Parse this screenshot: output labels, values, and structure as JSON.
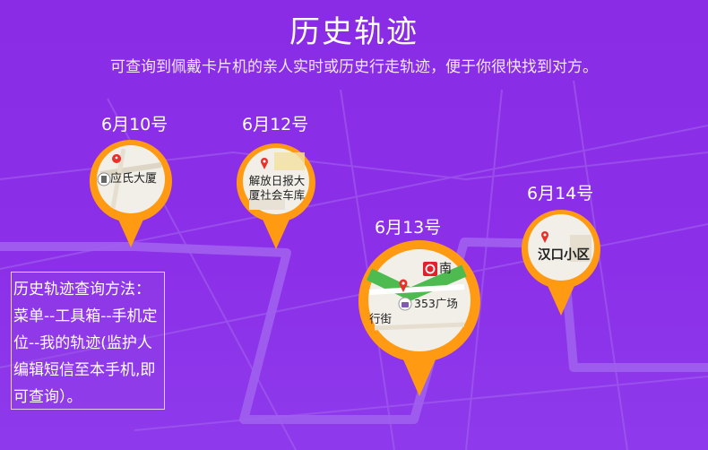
{
  "header": {
    "title": "历史轨迹",
    "subtitle": "可查询到佩戴卡片机的亲人实时或历史行走轨迹，便于你很快找到对方。"
  },
  "trajectory": [
    {
      "date": "6月10号",
      "place_lines": [
        "应氏大厦"
      ]
    },
    {
      "date": "6月12号",
      "place_lines": [
        "解放日报大",
        "厦社会车库"
      ]
    },
    {
      "date": "6月13号",
      "place_lines": [
        "353广场"
      ],
      "extra_labels": [
        "南",
        "行街"
      ]
    },
    {
      "date": "6月14号",
      "place_lines": [
        "汉口小区"
      ]
    }
  ],
  "howto": {
    "text": "历史轨迹查询方法：菜单--工具箱--手机定位--我的轨迹(监护人编辑短信至本手机,即可查询）。"
  },
  "colors": {
    "background": "#8a2ce6",
    "pin_ring": "#ff9a12",
    "pin_marker": "#e9312c",
    "map_road": "#f3e0a0",
    "map_green": "#4dbb4f"
  }
}
